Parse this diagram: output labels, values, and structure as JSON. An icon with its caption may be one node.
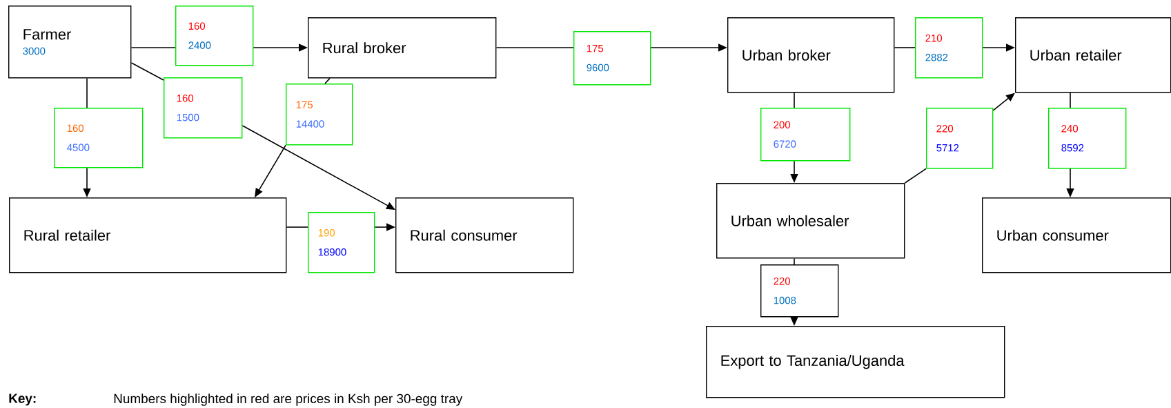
{
  "diagram": {
    "nodes": [
      {
        "text": [
          "Farmer",
          "3000"
        ]
      },
      {
        "text": [
          "160",
          "2400"
        ]
      },
      {
        "text": [
          "Rural broker"
        ]
      },
      {
        "text": [
          "175",
          "9600"
        ]
      },
      {
        "text": [
          "Urban broker"
        ]
      },
      {
        "text": [
          "210",
          "2882"
        ]
      },
      {
        "text": [
          "Urban retailer"
        ]
      },
      {
        "text": [
          "160",
          "1500"
        ]
      },
      {
        "text": [
          "175",
          "14400"
        ]
      },
      {
        "text": [
          "160",
          "4500"
        ]
      },
      {
        "text": [
          "200",
          "6720"
        ]
      },
      {
        "text": [
          "220",
          "5712"
        ]
      },
      {
        "text": [
          "240",
          "8592"
        ]
      },
      {
        "text": [
          "Rural retailer"
        ]
      },
      {
        "text": [
          "190",
          "18900"
        ]
      },
      {
        "text": [
          "Rural consumer"
        ]
      },
      {
        "text": [
          "Urban wholesaler"
        ]
      },
      {
        "text": [
          "Urban consumer"
        ]
      },
      {
        "text": [
          "220",
          "1008"
        ]
      },
      {
        "text": [
          "Export to Tanzania/Uganda"
        ]
      }
    ],
    "edges": [
      {
        "from": 0,
        "to": 1,
        "arrow": "none"
      },
      {
        "from": 1,
        "to": 2,
        "arrow": "to"
      },
      {
        "from": 2,
        "to": 3,
        "arrow": "none"
      },
      {
        "from": 3,
        "to": 4,
        "arrow": "to"
      },
      {
        "from": 4,
        "to": 5,
        "arrow": "none"
      },
      {
        "from": 5,
        "to": 6,
        "arrow": "to"
      },
      {
        "from": 0,
        "to": 7,
        "arrow": "none"
      },
      {
        "from": 7,
        "to": 15,
        "arrow": "to"
      },
      {
        "from": 2,
        "to": 8,
        "arrow": "none"
      },
      {
        "from": 8,
        "to": 13,
        "arrow": "to"
      },
      {
        "from": 0,
        "to": 9,
        "arrow": "none"
      },
      {
        "from": 9,
        "to": 13,
        "arrow": "to"
      },
      {
        "from": 13,
        "to": 14,
        "arrow": "none"
      },
      {
        "from": 14,
        "to": 15,
        "arrow": "to"
      },
      {
        "from": 4,
        "to": 10,
        "arrow": "none"
      },
      {
        "from": 10,
        "to": 16,
        "arrow": "to"
      },
      {
        "from": 16,
        "to": 11,
        "arrow": "none"
      },
      {
        "from": 11,
        "to": 6,
        "arrow": "to"
      },
      {
        "from": 6,
        "to": 12,
        "arrow": "none"
      },
      {
        "from": 12,
        "to": 17,
        "arrow": "to"
      },
      {
        "from": 16,
        "to": 18,
        "arrow": "none"
      },
      {
        "from": 18,
        "to": 19,
        "arrow": "to"
      }
    ],
    "labels": [
      "Key:",
      "Numbers highlighted in red are prices in Ksh per 30-egg tray"
    ]
  }
}
